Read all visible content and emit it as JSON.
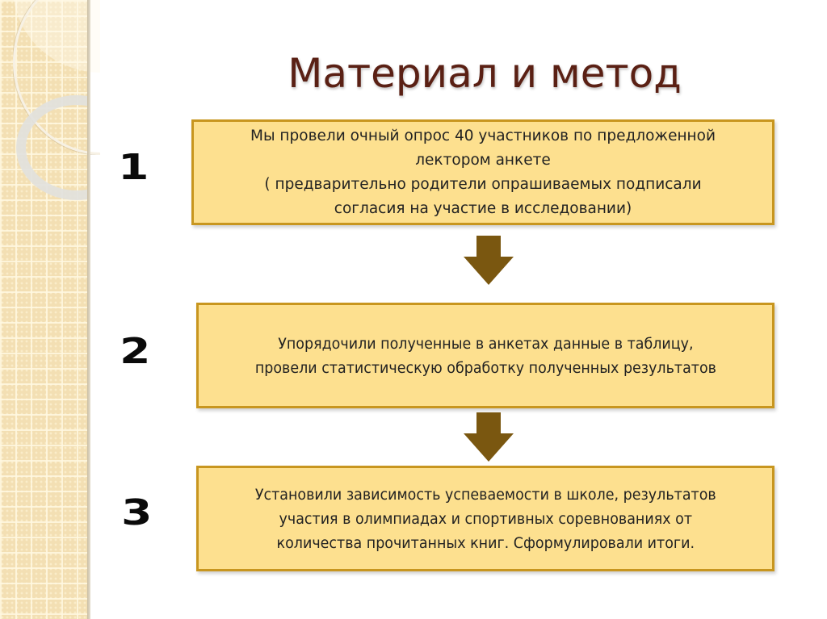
{
  "slide": {
    "title": "Материал и метод",
    "colors": {
      "title": "#5a2014",
      "box_fill": "#fde08f",
      "box_border": "#c8961f",
      "arrow": "#7a5710",
      "sidebar": "#f3dfb3"
    }
  },
  "steps": [
    {
      "number": "1",
      "lines": [
        "Мы провели очный опрос 40 участников по предложенной",
        "лектором анкете",
        "( предварительно родители опрашиваемых подписали",
        "согласия на участие в исследовании)"
      ]
    },
    {
      "number": "2",
      "lines": [
        "Упорядочили полученные в анкетах данные в таблицу,",
        "провели статистическую обработку полученных результатов"
      ]
    },
    {
      "number": "3",
      "lines": [
        "Установили зависимость успеваемости в школе, результатов",
        "участия в олимпиадах и спортивных соревнованиях от",
        "количества прочитанных книг. Сформулировали итоги."
      ]
    }
  ],
  "arrows": [
    {
      "icon": "arrow-down-icon"
    },
    {
      "icon": "arrow-down-icon"
    }
  ]
}
